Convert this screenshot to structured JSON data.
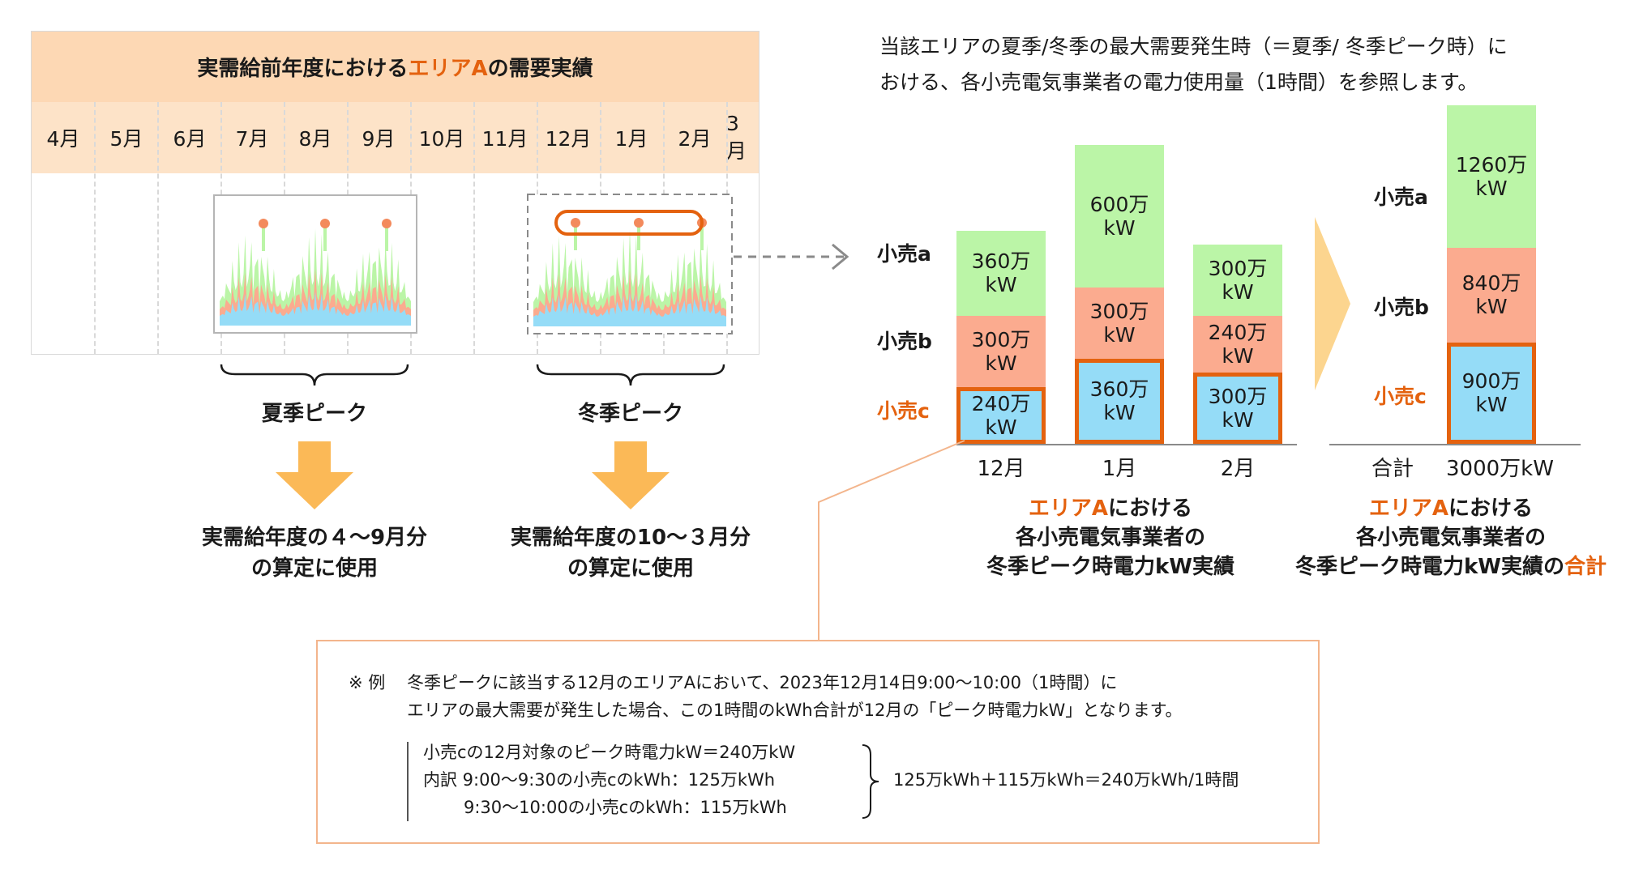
{
  "area_panel": {
    "title_pre": "実需給前年度における",
    "title_highlight": "エリアA",
    "title_post": "の需要実績",
    "months": [
      "4月",
      "5月",
      "6月",
      "7月",
      "8月",
      "9月",
      "10月",
      "11月",
      "12月",
      "1月",
      "2月",
      "3月"
    ]
  },
  "peaks": {
    "summer_label": "夏季ピーク",
    "winter_label": "冬季ピーク",
    "summer_use_line1": "実需給年度の４～9月分",
    "summer_use_line2": "の算定に使用",
    "winter_use_line1": "実需給年度の10～３月分",
    "winter_use_line2": "の算定に使用"
  },
  "intro": {
    "line1": "当該エリアの夏季/冬季の最大需要発生時（＝夏季/ 冬季ピーク時）に",
    "line2": "おける、各小売電気事業者の電力使用量（1時間）を参照します。"
  },
  "retailers": {
    "a": "小売a",
    "b": "小売b",
    "c": "小売c"
  },
  "chart_data": [
    {
      "type": "bar",
      "stacked": true,
      "categories": [
        "12月",
        "1月",
        "2月"
      ],
      "unit": "万kW",
      "series": [
        {
          "name": "小売c",
          "values": [
            240,
            360,
            300
          ],
          "labels": [
            "240万",
            "360万",
            "300万"
          ]
        },
        {
          "name": "小売b",
          "values": [
            300,
            300,
            240
          ],
          "labels": [
            "300万",
            "300万",
            "240万"
          ]
        },
        {
          "name": "小売a",
          "values": [
            360,
            600,
            300
          ],
          "labels": [
            "360万",
            "600万",
            "300万"
          ]
        }
      ],
      "unit_label": "kW",
      "colors": {
        "小売a": "#bbf5a7",
        "小売b": "#fbab8f",
        "小売c": "#95dcf7",
        "highlight": "#e4620f"
      }
    },
    {
      "type": "bar",
      "stacked": true,
      "categories": [
        "合計"
      ],
      "series": [
        {
          "name": "小売c",
          "values": [
            900
          ],
          "labels": [
            "900万"
          ]
        },
        {
          "name": "小売b",
          "values": [
            840
          ],
          "labels": [
            "840万"
          ]
        },
        {
          "name": "小売a",
          "values": [
            1260
          ],
          "labels": [
            "1260万"
          ]
        }
      ],
      "unit_label": "kW",
      "total_label": "3000万kW"
    }
  ],
  "captions": {
    "monthly_l1_highlight": "エリアA",
    "monthly_l1_rest": "における",
    "monthly_l2": "各小売電気事業者の",
    "monthly_l3": "冬季ピーク時電力kW実績",
    "total_l1_highlight": "エリアA",
    "total_l1_rest": "における",
    "total_l2": "各小売電気事業者の",
    "total_l3_pre": "冬季ピーク時電力kW実績の",
    "total_l3_highlight": "合計"
  },
  "note": {
    "mark": "※ 例",
    "line1": "冬季ピークに該当する12月のエリアAにおいて、2023年12月14日9:00～10:00（1時間）に",
    "line2": "エリアの最大需要が発生した場合、この1時間のkWh合計が12月の「ピーク時電力kW」となります。",
    "detail1": "小売cの12月対象のピーク時電力kW＝240万kW",
    "detail2": "内訳 9:00～9:30の小売cのkWh：125万kWh",
    "detail3": "9:30～10:00の小売cのkWh：115万kWh",
    "formula": "125万kWh＋115万kWh＝240万kWh/1時間"
  },
  "colors": {
    "header_bg": "#fdd8b4",
    "month_bg": "#fde3c8",
    "accent": "#e4620f",
    "arrow": "#fbb957"
  }
}
